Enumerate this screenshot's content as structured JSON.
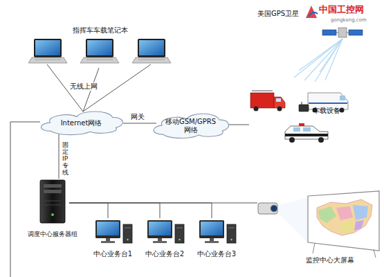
{
  "diagram": {
    "nodes": [
      {
        "text": [
          "指挥车车载笔记本"
        ]
      },
      {
        "text": [
          "Internet网络"
        ]
      },
      {
        "text": [
          "移动GSM/GPRS 网络"
        ]
      },
      {
        "text": [
          "车载设备"
        ]
      },
      {
        "text": [
          "调度中心服务器组"
        ]
      },
      {
        "text": [
          "中心业务台1"
        ]
      },
      {
        "text": [
          "中心业务台2"
        ]
      },
      {
        "text": [
          "中心业务台3"
        ]
      },
      {
        "text": [
          "监控中心大屏幕"
        ]
      }
    ],
    "edges": [
      {
        "from": 0,
        "to": 1,
        "label": "无线上网",
        "arrow": "none"
      },
      {
        "from": 1,
        "to": 2,
        "label": "网关",
        "arrow": "none"
      },
      {
        "from": 2,
        "to": 3,
        "arrow": "none"
      },
      {
        "from": 1,
        "to": 4,
        "label": "固定IP专线",
        "arrow": "none"
      },
      {
        "from": 4,
        "to": 5,
        "arrow": "none"
      },
      {
        "from": 4,
        "to": 6,
        "arrow": "none"
      },
      {
        "from": 4,
        "to": 7,
        "arrow": "none"
      },
      {
        "from": 4,
        "to": 8,
        "arrow": "none"
      }
    ],
    "labels": [
      "美国GPS卫星",
      "中国工控网",
      "gongkong.com"
    ]
  }
}
